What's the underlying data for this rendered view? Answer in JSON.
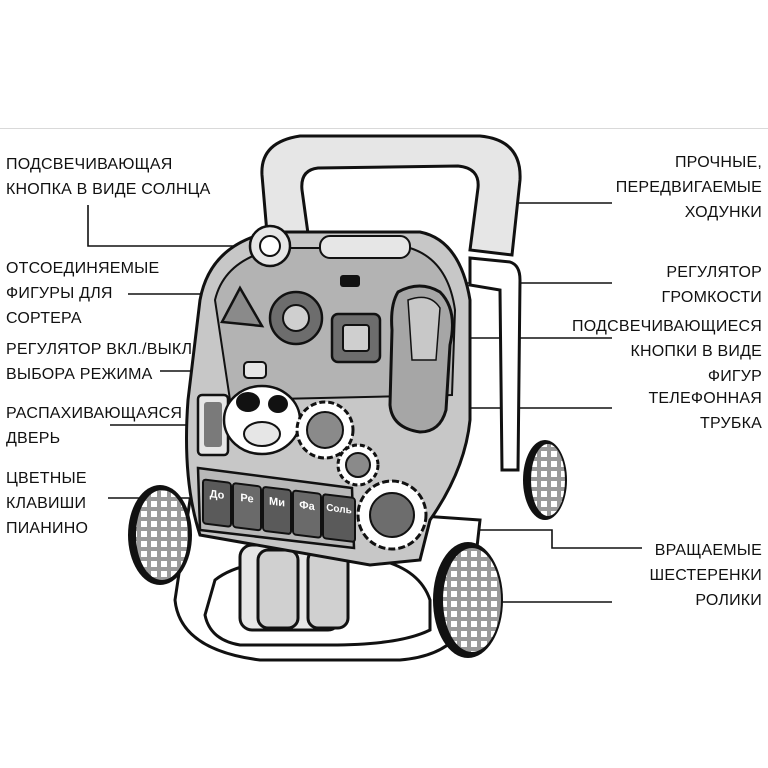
{
  "callouts": {
    "sun_button": [
      "ПОДСВЕЧИВАЮЩАЯ",
      "КНОПКА В ВИДЕ СОЛНЦА"
    ],
    "sorter_shapes": [
      "ОТСОЕДИНЯЕМЫЕ",
      "ФИГУРЫ ДЛЯ",
      "СОРТЕРА"
    ],
    "mode_switch": [
      "РЕГУЛЯТОР ВКЛ./ВЫКЛ./",
      "ВЫБОРА РЕЖИМА"
    ],
    "swing_door": [
      "РАСПАХИВАЮЩАЯСЯ",
      "ДВЕРЬ"
    ],
    "piano_keys": [
      "ЦВЕТНЫЕ",
      "КЛАВИШИ",
      "ПИАНИНО"
    ],
    "walker_handle": [
      "ПРОЧНЫЕ,",
      "ПЕРЕДВИГАЕМЫЕ",
      "ХОДУНКИ"
    ],
    "volume_control": [
      "РЕГУЛЯТОР",
      "ГРОМКОСТИ"
    ],
    "shape_buttons": [
      "ПОДСВЕЧИВАЮЩИЕСЯ",
      "КНОПКИ В ВИДЕ",
      "ФИГУР"
    ],
    "phone_handset": [
      "ТЕЛЕФОННАЯ",
      "ТРУБКА"
    ],
    "rotating_gears": [
      "ВРАЩАЕМЫЕ",
      "ШЕСТЕРЕНКИ"
    ],
    "rollers": [
      "РОЛИКИ"
    ]
  },
  "piano_notes": [
    "До",
    "Ре",
    "Ми",
    "Фа",
    "Соль"
  ],
  "colors": {
    "line": "#111111",
    "panel_gray": "#bdbdbd",
    "light_gray": "#e6e6e6",
    "dark_gray": "#7a7a7a"
  }
}
